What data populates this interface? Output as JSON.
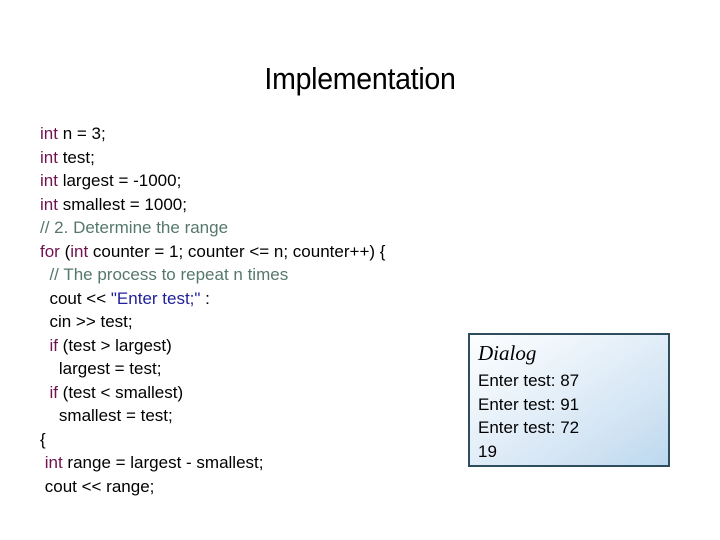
{
  "slide": {
    "title": "Implementation",
    "background_color": "#ffffff"
  },
  "colors": {
    "keyword": "#70124F",
    "comment": "#56786C",
    "string": "#21209B",
    "plain": "#000000",
    "dialog_border": "#2E4D5E",
    "dialog_fill_top": "#fdfeff",
    "dialog_fill_bottom": "#bcd8ee"
  },
  "code": {
    "language": "cpp",
    "lines": [
      {
        "indent": "",
        "tokens": [
          {
            "t": "int",
            "c": "kw"
          },
          {
            "t": " n = 3;",
            "c": "plain"
          }
        ]
      },
      {
        "indent": "",
        "tokens": [
          {
            "t": "int",
            "c": "kw"
          },
          {
            "t": " test;",
            "c": "plain"
          }
        ]
      },
      {
        "indent": "",
        "tokens": [
          {
            "t": "int",
            "c": "kw"
          },
          {
            "t": " largest = -1000;",
            "c": "plain"
          }
        ]
      },
      {
        "indent": "",
        "tokens": [
          {
            "t": "int",
            "c": "kw"
          },
          {
            "t": " smallest = 1000;",
            "c": "plain"
          }
        ]
      },
      {
        "indent": "",
        "tokens": [
          {
            "t": "// 2. Determine the range",
            "c": "cmt"
          }
        ]
      },
      {
        "indent": "",
        "tokens": [
          {
            "t": "for",
            "c": "kw"
          },
          {
            "t": " (",
            "c": "plain"
          },
          {
            "t": "int",
            "c": "kw"
          },
          {
            "t": " counter = 1; counter <= n; counter++) {",
            "c": "plain"
          }
        ]
      },
      {
        "indent": "  ",
        "tokens": [
          {
            "t": "// The process to repeat n times",
            "c": "cmt"
          }
        ]
      },
      {
        "indent": "  ",
        "tokens": [
          {
            "t": "cout << ",
            "c": "plain"
          },
          {
            "t": "\"Enter test;\"",
            "c": "str"
          },
          {
            "t": " :",
            "c": "plain"
          }
        ]
      },
      {
        "indent": "  ",
        "tokens": [
          {
            "t": "cin >> test;",
            "c": "plain"
          }
        ]
      },
      {
        "indent": "  ",
        "tokens": [
          {
            "t": "if",
            "c": "kw"
          },
          {
            "t": " (test > largest)",
            "c": "plain"
          }
        ]
      },
      {
        "indent": "    ",
        "tokens": [
          {
            "t": "largest = test;",
            "c": "plain"
          }
        ]
      },
      {
        "indent": "  ",
        "tokens": [
          {
            "t": "if",
            "c": "kw"
          },
          {
            "t": " (test < smallest)",
            "c": "plain"
          }
        ]
      },
      {
        "indent": "    ",
        "tokens": [
          {
            "t": "smallest = test;",
            "c": "plain"
          }
        ]
      },
      {
        "indent": "",
        "tokens": [
          {
            "t": "{",
            "c": "plain"
          }
        ]
      },
      {
        "indent": " ",
        "tokens": [
          {
            "t": "int",
            "c": "kw"
          },
          {
            "t": " range = largest - smallest;",
            "c": "plain"
          }
        ]
      },
      {
        "indent": " ",
        "tokens": [
          {
            "t": "cout << range;",
            "c": "plain"
          }
        ]
      }
    ]
  },
  "dialog": {
    "title": "Dialog",
    "output_lines": [
      "Enter test: 87",
      "Enter test: 91",
      "Enter test: 72",
      "19"
    ]
  }
}
